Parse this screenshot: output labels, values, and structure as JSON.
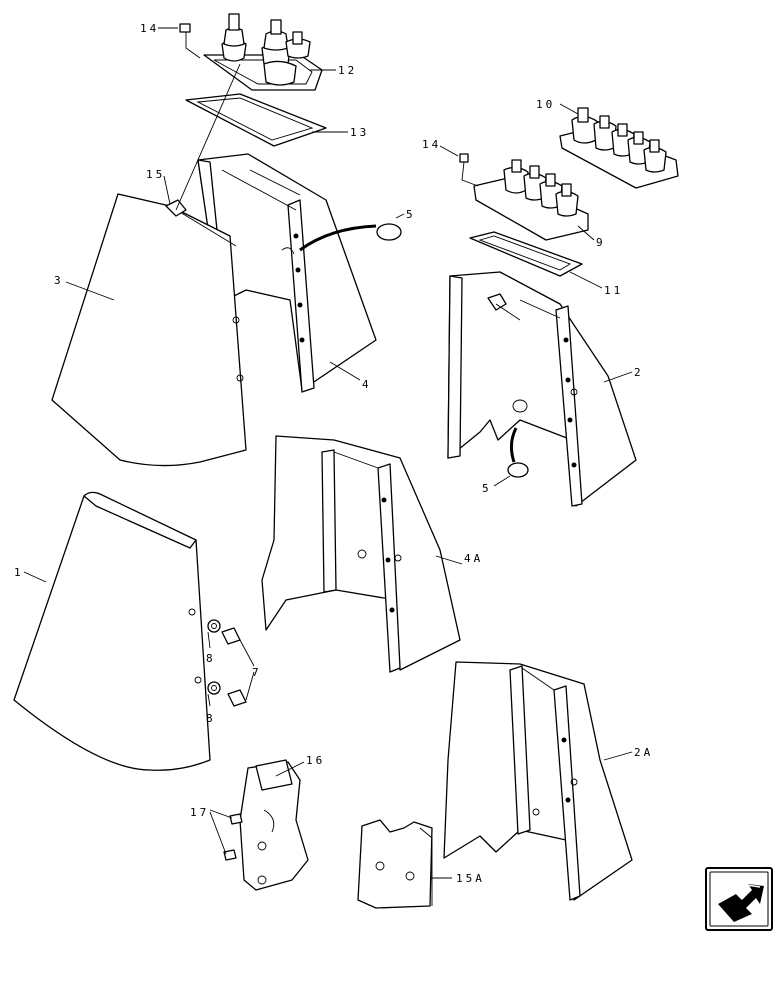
{
  "callouts": [
    {
      "id": "c14a",
      "text": "14"
    },
    {
      "id": "c12",
      "text": "12"
    },
    {
      "id": "c13",
      "text": "13"
    },
    {
      "id": "c10",
      "text": "10"
    },
    {
      "id": "c14b",
      "text": "14"
    },
    {
      "id": "c15",
      "text": "15"
    },
    {
      "id": "c5a",
      "text": "5"
    },
    {
      "id": "c9",
      "text": "9"
    },
    {
      "id": "c3",
      "text": "3"
    },
    {
      "id": "c11",
      "text": "11"
    },
    {
      "id": "c4",
      "text": "4"
    },
    {
      "id": "c2",
      "text": "2"
    },
    {
      "id": "c5b",
      "text": "5"
    },
    {
      "id": "c4a",
      "text": "4A"
    },
    {
      "id": "c1",
      "text": "1"
    },
    {
      "id": "c8a",
      "text": "8"
    },
    {
      "id": "c7",
      "text": "7"
    },
    {
      "id": "c8b",
      "text": "8"
    },
    {
      "id": "c16",
      "text": "16"
    },
    {
      "id": "c2a",
      "text": "2A"
    },
    {
      "id": "c17",
      "text": "17"
    },
    {
      "id": "c15a",
      "text": "15A"
    }
  ],
  "nav": {
    "icon": "next-page-arrow-icon"
  }
}
